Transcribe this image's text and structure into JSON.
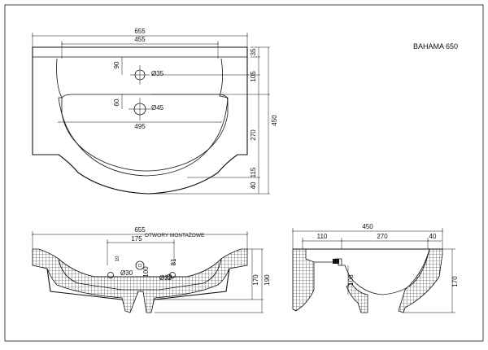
{
  "title": "BAHAMA 650",
  "top_view": {
    "dims": {
      "overall_width": "655",
      "bowl_width": "455",
      "hole1_offset": "90",
      "hole1_diameter": "Ø35",
      "hole2_offset": "60",
      "hole2_diameter": "Ø45",
      "bowl_inner": "495",
      "rim_depth": "35",
      "to_hole": "105",
      "bowl_depth": "270",
      "front_depth": "115",
      "front_edge": "40",
      "overall_depth": "450"
    }
  },
  "front_view": {
    "dims": {
      "overall_width": "655",
      "holes_spacing": "175",
      "holes_note": "OTWORY MONTAŻOWE",
      "hole_offset": "10",
      "hole_a": "Ø30",
      "hole_b": "Ø22",
      "hole_height_a": "100",
      "hole_height_b": "81",
      "height_inner": "170",
      "height_outer": "190"
    }
  },
  "side_view": {
    "dims": {
      "overall_depth": "450",
      "back": "110",
      "bowl": "270",
      "front": "40",
      "inner_height": "108",
      "height": "170"
    }
  }
}
